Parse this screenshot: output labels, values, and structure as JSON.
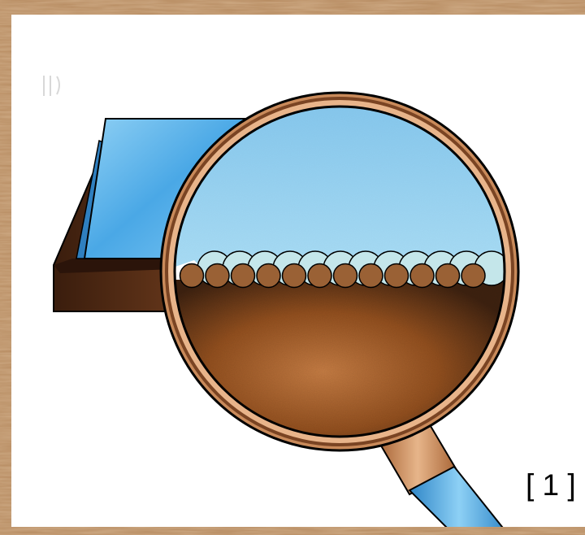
{
  "figure": {
    "reference_label": "[ 1 ]",
    "magnifier": {
      "upper_layer": {
        "name": "water",
        "color": "#9dd3ef"
      },
      "lower_layer": {
        "name": "soil",
        "color": "#8a4a22"
      },
      "particles": {
        "water_molecule_color": "#c4e6ea",
        "soil_particle_color": "#9a6135",
        "water_molecule_count": 12,
        "soil_particle_count": 12
      }
    },
    "colors": {
      "frame": "#b5895e",
      "lens_rim": "#c98a5a",
      "handle": "#5aaee0",
      "slab_top": "#5fb6ea",
      "slab_side": "#6b3a1c"
    }
  }
}
